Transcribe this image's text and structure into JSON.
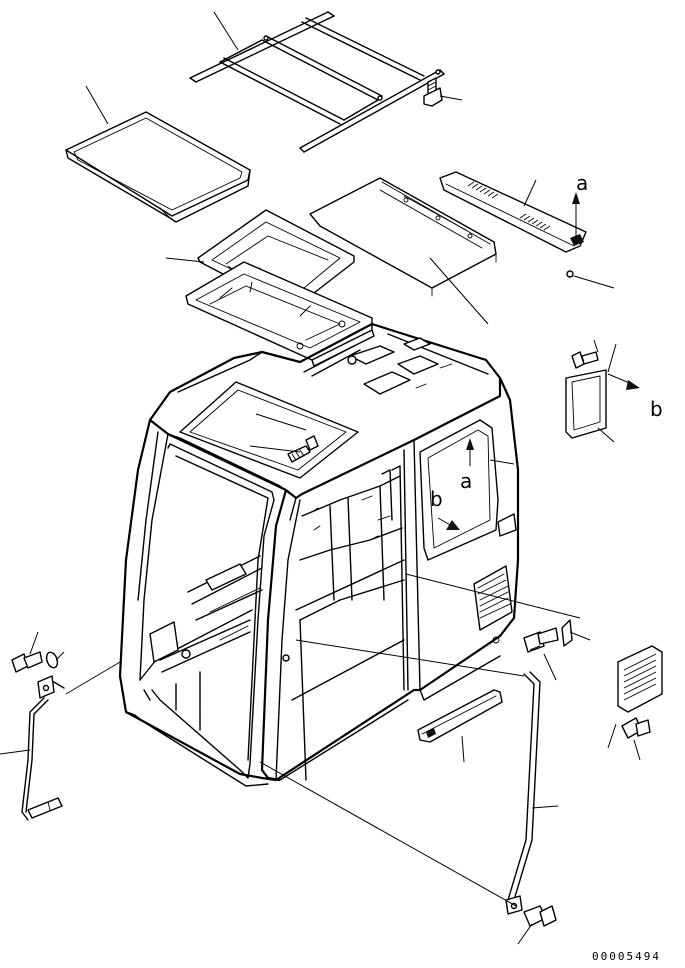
{
  "diagram": {
    "view_labels": {
      "a_top": "a",
      "b_right": "b",
      "a_cab": "a",
      "b_cab": "b"
    },
    "doc_number": "00005494"
  }
}
